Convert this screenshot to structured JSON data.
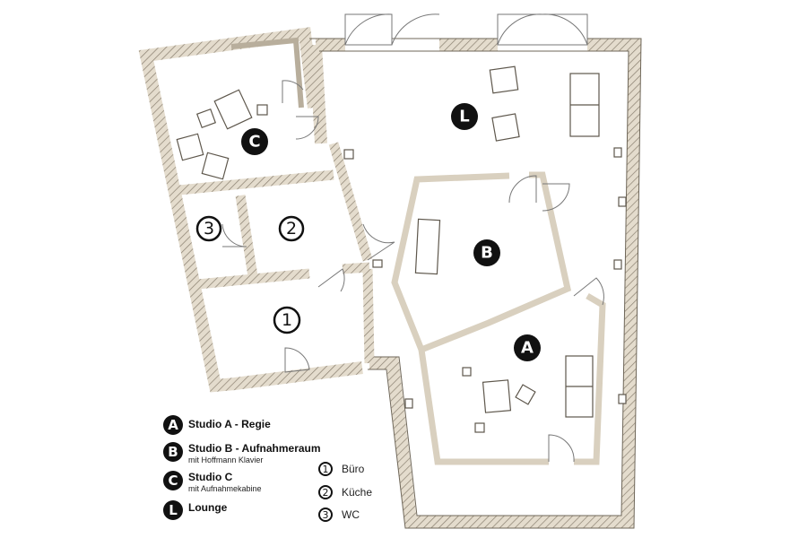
{
  "plan": {
    "room_markers": {
      "studio_a": "A",
      "studio_b": "B",
      "studio_c": "C",
      "lounge": "L",
      "buero": "1",
      "kueche": "2",
      "wc": "3"
    }
  },
  "legend": {
    "studios": [
      {
        "badge": "A",
        "title": "Studio A - Regie"
      },
      {
        "badge": "B",
        "title": "Studio B - Aufnahmeraum",
        "subtitle": "mit Hoffmann Klavier"
      },
      {
        "badge": "C",
        "title": "Studio C",
        "subtitle": "mit Aufnahmekabine"
      },
      {
        "badge": "L",
        "title": "Lounge"
      }
    ],
    "rooms": [
      {
        "badge": "1",
        "label": "Büro"
      },
      {
        "badge": "2",
        "label": "Küche"
      },
      {
        "badge": "3",
        "label": "WC"
      }
    ]
  },
  "colors": {
    "wall": "#d9d0bf",
    "hatch": "#8a8070",
    "marker": "#111111"
  }
}
